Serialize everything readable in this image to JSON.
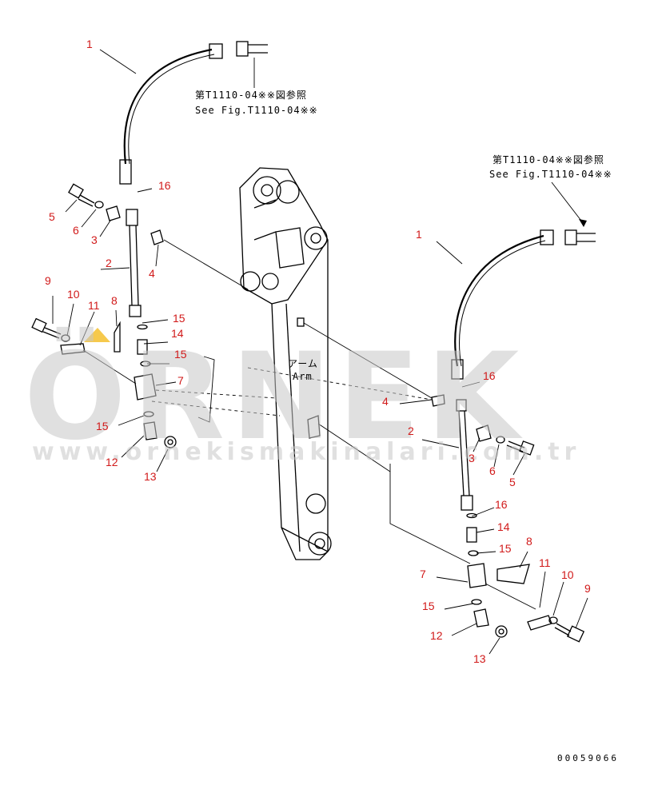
{
  "colors": {
    "callout": "#d11a1a",
    "ink": "#000000",
    "watermark": "#bdbdbd",
    "accent": "#f2b200"
  },
  "watermark": {
    "brand": "ÖRNEK",
    "url": "www.ornekismakinalari.com.tr"
  },
  "references": [
    {
      "jp": "第T1110-04※※図参照",
      "en": "See Fig.T1110-04※※"
    },
    {
      "jp": "第T1110-04※※図参照",
      "en": "See Fig.T1110-04※※"
    }
  ],
  "arm_label": {
    "jp": "アーム",
    "en": "Arm"
  },
  "drawing_number": "00059066",
  "callouts": [
    "1",
    "2",
    "3",
    "4",
    "5",
    "6",
    "7",
    "8",
    "9",
    "10",
    "11",
    "12",
    "13",
    "14",
    "15",
    "16",
    "1",
    "16",
    "4",
    "2",
    "3",
    "6",
    "5",
    "16",
    "14",
    "15",
    "8",
    "7",
    "11",
    "10",
    "9",
    "15",
    "12",
    "13",
    "15",
    "15"
  ]
}
